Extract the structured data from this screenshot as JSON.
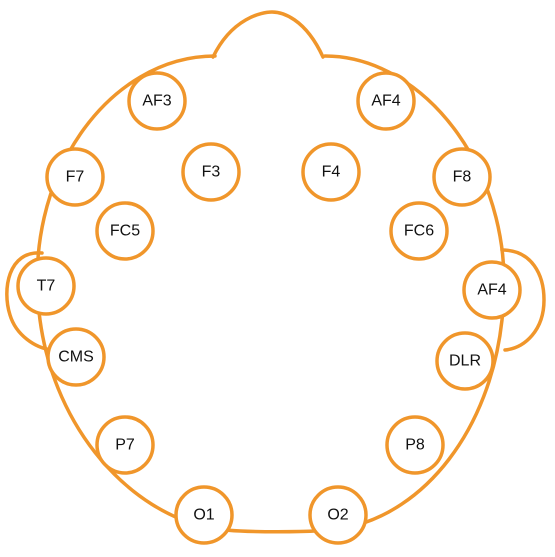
{
  "colors": {
    "stroke": "#f0962b",
    "text": "#111111",
    "background": "#ffffff"
  },
  "electrodes": [
    {
      "id": "af3-left",
      "label": "AF3"
    },
    {
      "id": "af4-top-right",
      "label": "AF4"
    },
    {
      "id": "f7",
      "label": "F7"
    },
    {
      "id": "f3",
      "label": "F3"
    },
    {
      "id": "f4",
      "label": "F4"
    },
    {
      "id": "f8",
      "label": "F8"
    },
    {
      "id": "fc5",
      "label": "FC5"
    },
    {
      "id": "fc6",
      "label": "FC6"
    },
    {
      "id": "t7",
      "label": "T7"
    },
    {
      "id": "af4-right-ear",
      "label": "AF4"
    },
    {
      "id": "cms",
      "label": "CMS"
    },
    {
      "id": "dlr",
      "label": "DLR"
    },
    {
      "id": "p7",
      "label": "P7"
    },
    {
      "id": "p8",
      "label": "P8"
    },
    {
      "id": "o1",
      "label": "O1"
    },
    {
      "id": "o2",
      "label": "O2"
    }
  ]
}
